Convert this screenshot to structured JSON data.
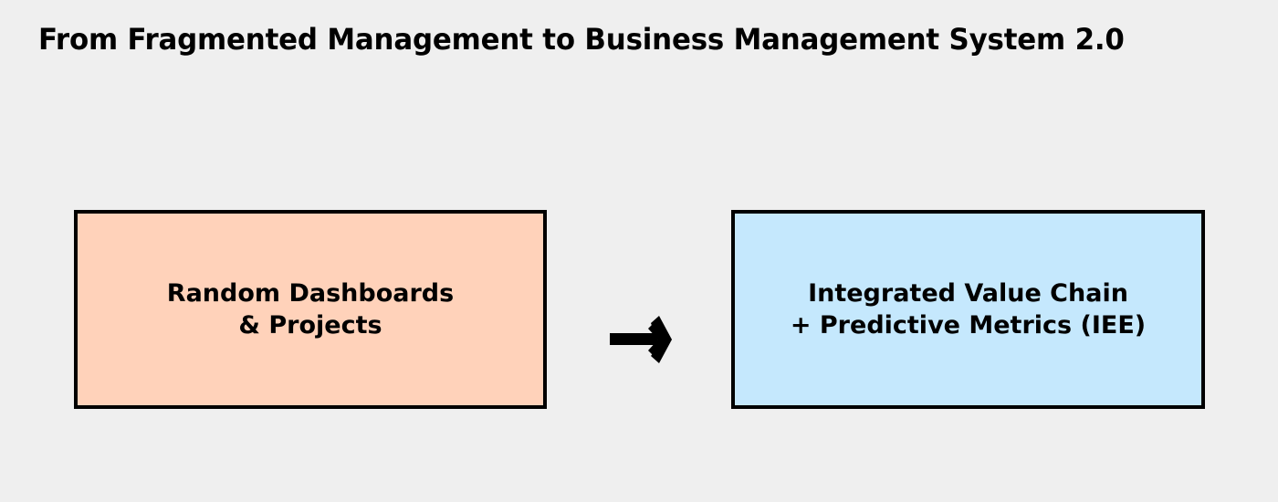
{
  "page": {
    "background_color": "#efefef",
    "title": "From Fragmented Management to Business Management System 2.0"
  },
  "diagram": {
    "type": "transformation-flow",
    "orientation": "left-to-right",
    "connector": {
      "icon": "arrow-right-icon",
      "color": "#000000",
      "label": ""
    },
    "nodes": [
      {
        "id": "current-state",
        "label": "Random Dashboards\n& Projects",
        "line1": "Random Dashboards",
        "line2": "& Projects",
        "fill_color": "#ffd2ba",
        "border_color": "#000000",
        "text_color": "#000000"
      },
      {
        "id": "target-state",
        "label": "Integrated Value Chain\n+ Predictive Metrics (IEE)",
        "line1": "Integrated Value Chain",
        "line2": "+ Predictive Metrics (IEE)",
        "fill_color": "#c5e8fd",
        "border_color": "#000000",
        "text_color": "#000000"
      }
    ]
  }
}
